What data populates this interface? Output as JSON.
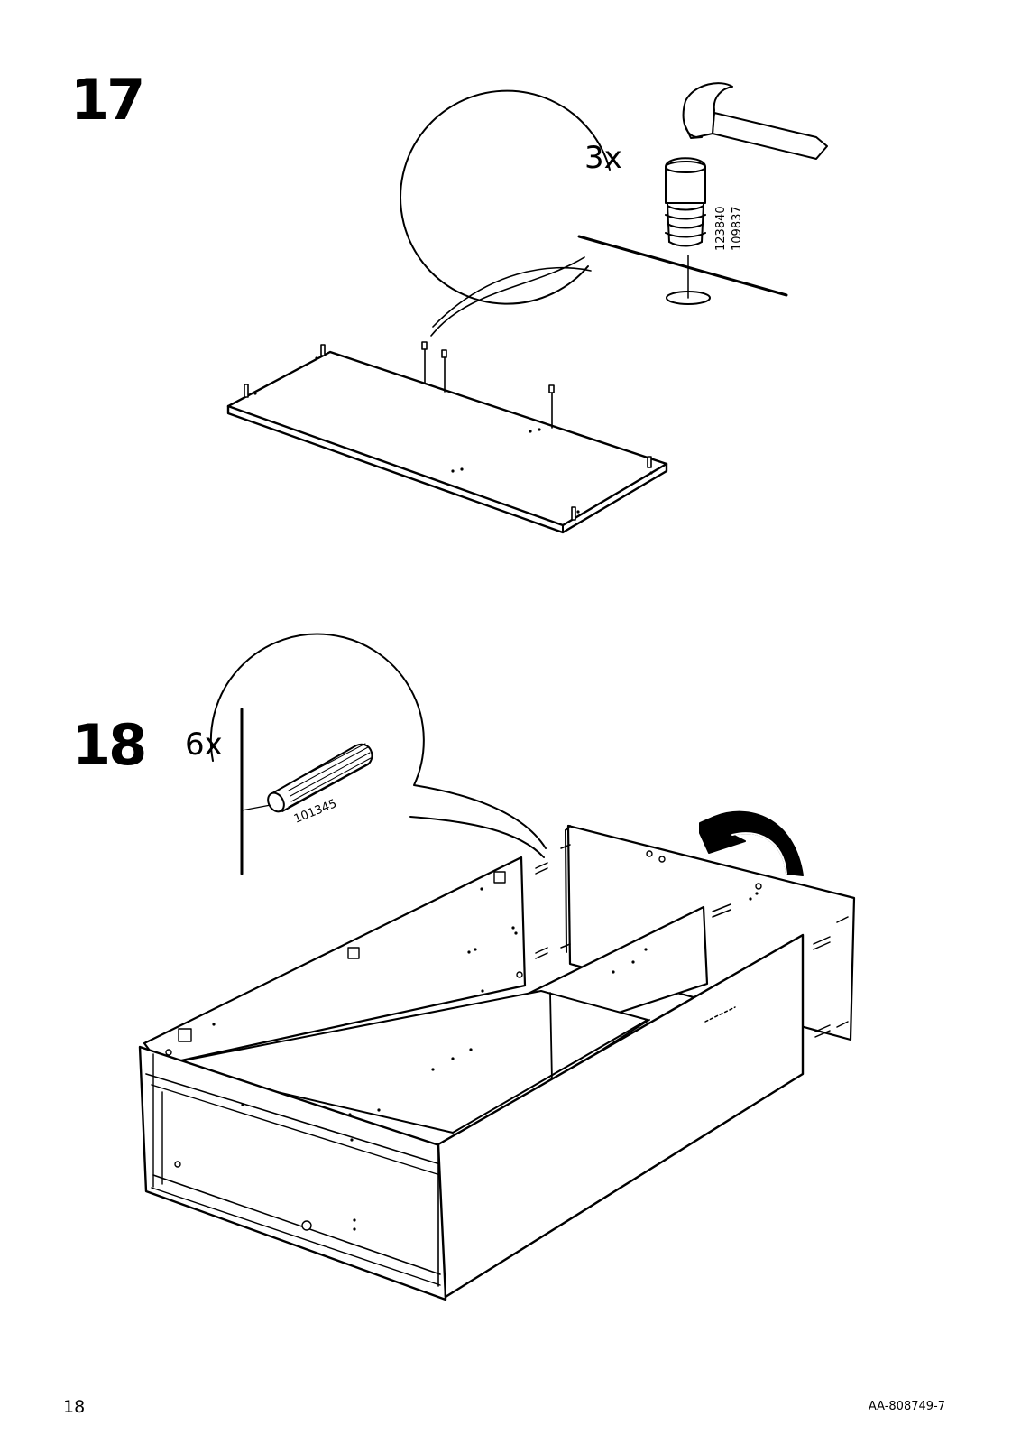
{
  "steps": [
    {
      "number": "17",
      "quantity": "3x",
      "article_numbers": [
        "123840",
        "109837"
      ],
      "tool_icon": "hammer-icon"
    },
    {
      "number": "18",
      "quantity": "6x",
      "article_numbers": [
        "101345"
      ],
      "action_icon": "rotate-arrow-icon"
    }
  ],
  "footer": {
    "page_number": "18",
    "document_code": "AA-808749-7"
  }
}
